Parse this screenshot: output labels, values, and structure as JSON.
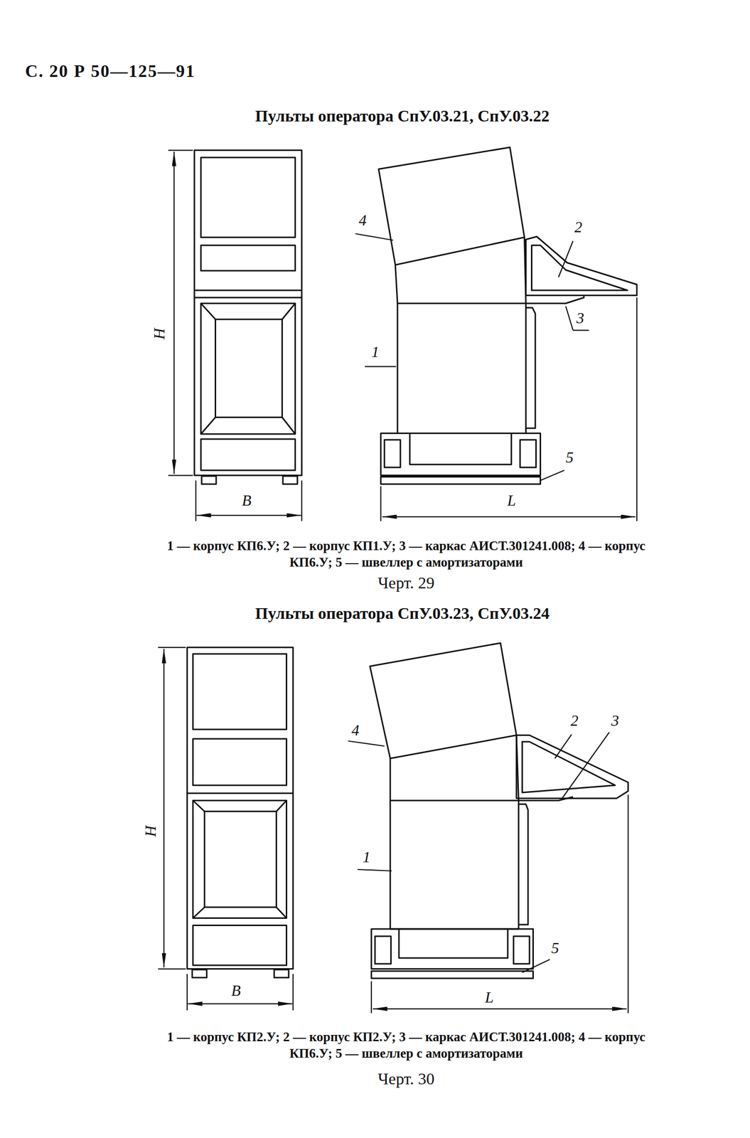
{
  "diagram": {
    "labels": [
      "С. 20 Р 50—125—91",
      "Пульты оператора СпУ.03.21, СпУ.03.22",
      "H",
      "B",
      "4",
      "2",
      "3",
      "1",
      "5",
      "L",
      "1 — корпус КП6.У; 2 — корпус КП1.У; 3 — каркас АИСТ.301241.008; 4 — корпус КП6.У; 5 — швеллер с амортизаторами",
      "Черт. 29",
      "Пульты оператора СпУ.03.23, СпУ.03.24",
      "H",
      "B",
      "4",
      "2",
      "3",
      "1",
      "5",
      "L",
      "1 — корпус КП2.У; 2 — корпус КП2.У; 3 — каркас АИСТ.301241.008; 4 — корпус КП6.У; 5 — швеллер с амортизаторами",
      "Черт. 30"
    ]
  }
}
